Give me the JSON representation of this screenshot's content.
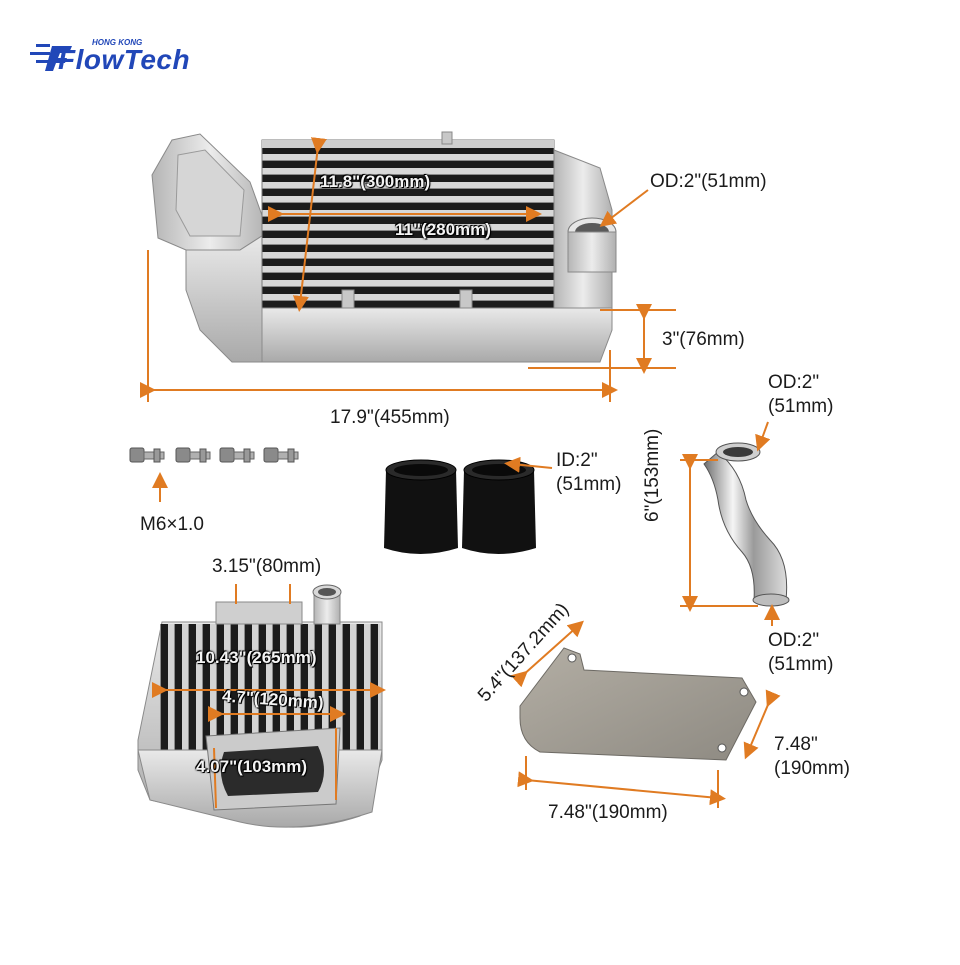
{
  "brand": {
    "name": "FlowTech",
    "region": "HONG KONG",
    "color": "#2147b8"
  },
  "accent_color": "#e07b22",
  "intercooler": {
    "core_height": "11.8\"(300mm)",
    "core_width": "11\"(280mm)",
    "outlet_od": "OD:2\"(51mm)",
    "depth": "3\"(76mm)",
    "overall_length": "17.9\"(455mm)"
  },
  "bolts": {
    "thread": "M6×1.0"
  },
  "couplers": {
    "id_line1": "ID:2\"",
    "id_line2": "(51mm)"
  },
  "pipe": {
    "top_od_line1": "OD:2\"",
    "top_od_line2": "(51mm)",
    "length": "6\"(153mm)",
    "bottom_od_line1": "OD:2\"",
    "bottom_od_line2": "(51mm)"
  },
  "top_view": {
    "mount_spacing": "3.15\"(80mm)",
    "core_width": "10.43\"(265mm)",
    "opening_width": "4.7\"(120mm)",
    "opening_width_2": "4.07\"(103mm)"
  },
  "bracket": {
    "diagonal": "5.4\"(137.2mm)",
    "side_line1": "7.48\"",
    "side_line2": "(190mm)",
    "bottom": "7.48\"(190mm)"
  }
}
